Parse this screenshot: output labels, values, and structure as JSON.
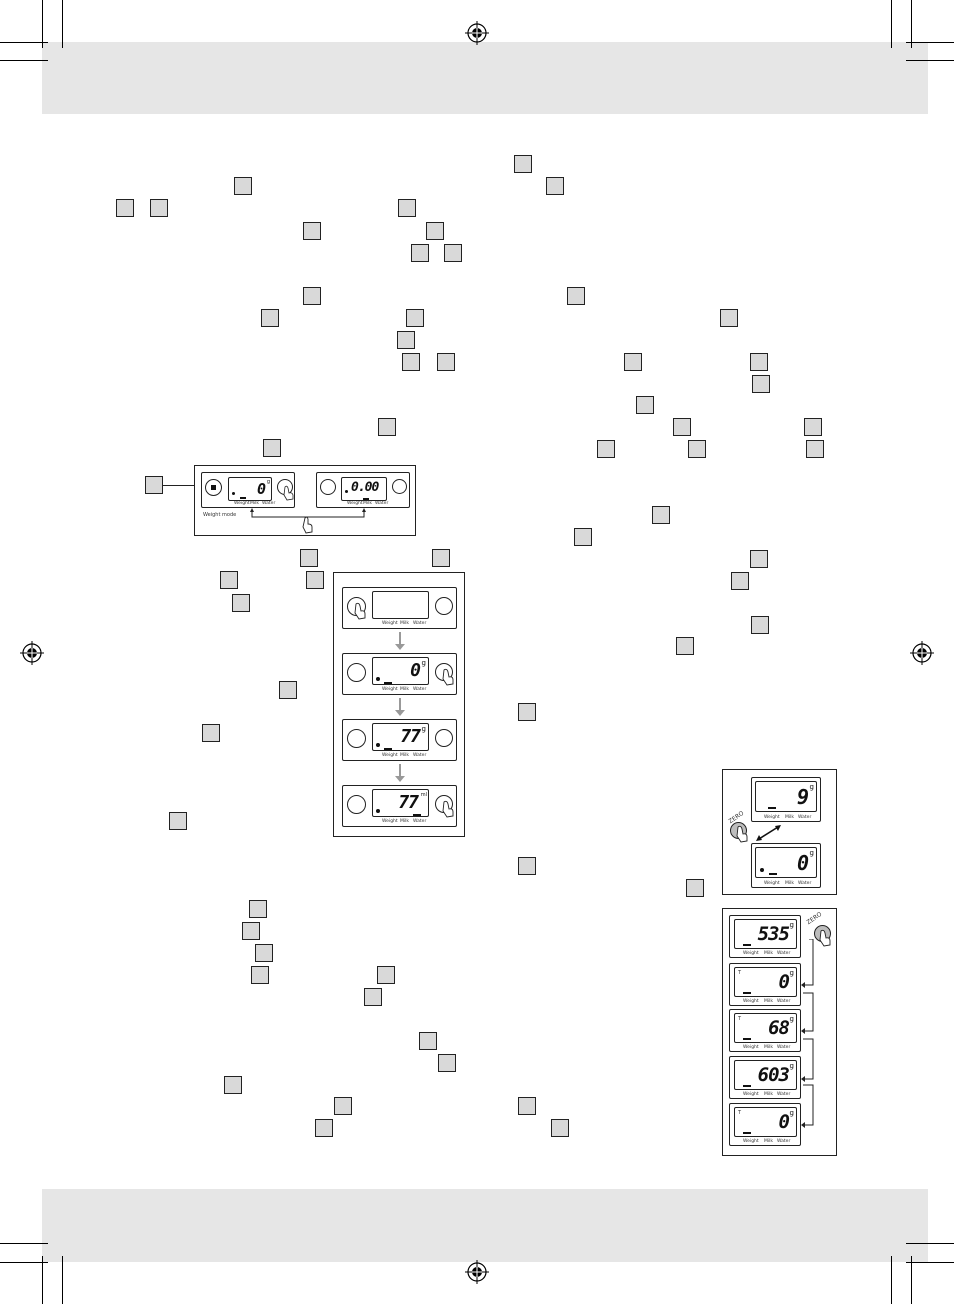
{
  "header_band": {
    "fill": "#e6e6e6"
  },
  "footer_band": {
    "fill": "#e6e6e6"
  },
  "weight_mode_label": "Weight mode",
  "mode_labels": {
    "weight": "Weight",
    "milk": "Milk",
    "water": "Water"
  },
  "zero_label": "ZERO",
  "units": {
    "grams": "g",
    "ml": "ml"
  },
  "fig_weight_mode": {
    "left_display": "0",
    "right_display": "0.00"
  },
  "fig_sequence": {
    "step1": "",
    "step2": "0",
    "step3": "77",
    "step4": "77"
  },
  "fig_zero": {
    "before": "9",
    "after": "0"
  },
  "fig_tare": {
    "step1": "535",
    "step2": "0",
    "step3": "68",
    "step4": "603",
    "step5": "0"
  }
}
